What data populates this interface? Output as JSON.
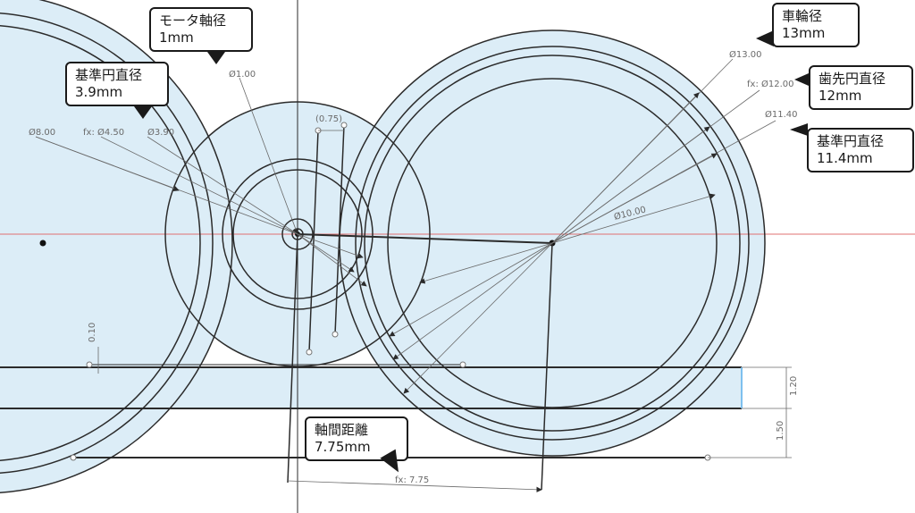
{
  "callouts": {
    "motor_shaft": {
      "title": "モータ軸径",
      "value": "1mm"
    },
    "ref_small": {
      "title": "基準円直径",
      "value": "3.9mm"
    },
    "wheel": {
      "title": "車輪径",
      "value": "13mm"
    },
    "tip_large": {
      "title": "歯先円直径",
      "value": "12mm"
    },
    "ref_large": {
      "title": "基準円直径",
      "value": "11.4mm"
    },
    "center_dist": {
      "title": "軸間距離",
      "value": "7.75mm"
    }
  },
  "dimensions": {
    "d1": "Ø1.00",
    "d075": "(0.75)",
    "d8": "Ø8.00",
    "d45": "fx: Ø4.50",
    "d39": "Ø3.90",
    "d13": "Ø13.00",
    "d12": "fx: Ø12.00",
    "d114": "Ø11.40",
    "d10": "Ø10.00",
    "d010": "0.10",
    "d120": "1.20",
    "d150": "1.50",
    "d775": "fx: 7.75"
  },
  "colors": {
    "sketch_line": "#2b2b2b",
    "region_fill": "#dcedf7",
    "dim_line": "#6a6a6a",
    "axis_red": "#e07070"
  }
}
